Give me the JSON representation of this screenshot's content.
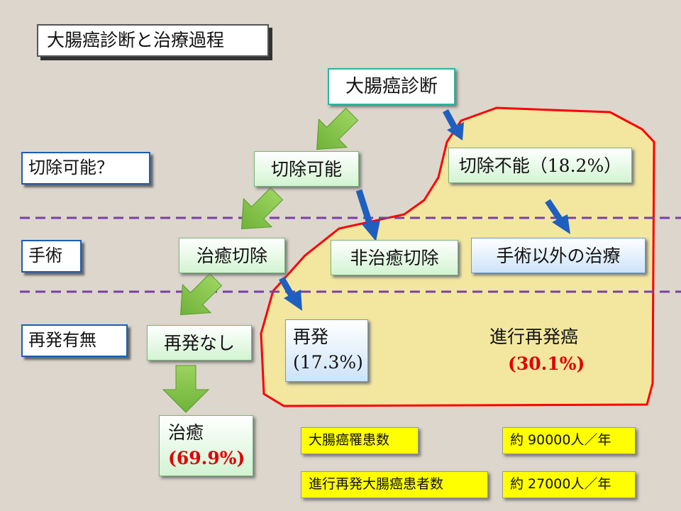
{
  "title": "大腸癌診断と治療過程",
  "left_labels": {
    "resectable_q": "切除可能？",
    "surgery": "手術",
    "recurrence": "再発有無"
  },
  "nodes": {
    "diagnosis": "大腸癌診断",
    "resectable": "切除可能",
    "unresectable": "切除不能（18.2%）",
    "curative": "治癒切除",
    "noncurative": "非治癒切除",
    "nonsurgical": "手術以外の治療",
    "no_recurrence": "再発なし",
    "recurrence_label": "再発",
    "recurrence_pct": "(17.3%)",
    "cured_label": "治癒",
    "cured_pct": "(69.9%)",
    "advanced_label": "進行再発癌",
    "advanced_pct": "(30.1%)"
  },
  "stats": {
    "patients_label": "大腸癌罹患数",
    "patients_value": "約 90000人／年",
    "advanced_label": "進行再発大腸癌患者数",
    "advanced_value": "約 27000人／年"
  },
  "colors": {
    "background": "#dcd6cc",
    "region_fill": "#f3e7a0",
    "region_border": "#ff0000",
    "green_arrow": "#7dc242",
    "blue_arrow": "#1f5fbf",
    "dashed_line": "#7a3fa8",
    "highlight_red": "#e00000",
    "stat_yellow": "#ffff00"
  }
}
